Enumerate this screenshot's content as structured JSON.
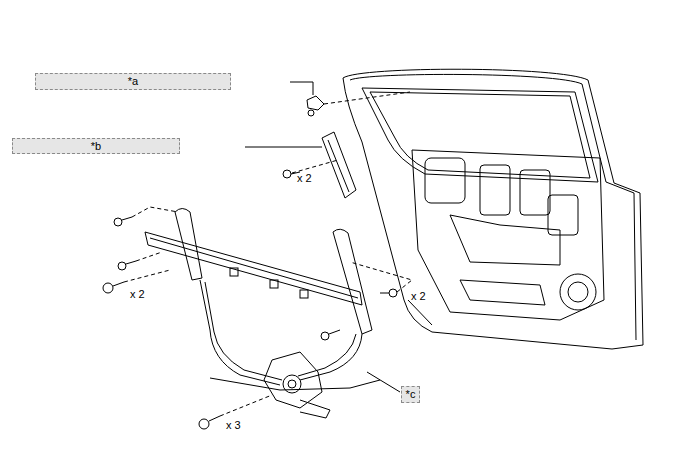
{
  "diagram": {
    "nodes": [
      {
        "text": [
          "*a"
        ]
      },
      {
        "text": [
          "*b"
        ]
      },
      {
        "text": [
          "*c"
        ]
      }
    ],
    "labels": [
      "x 2",
      "x 2",
      "x 2",
      "x 3"
    ]
  }
}
